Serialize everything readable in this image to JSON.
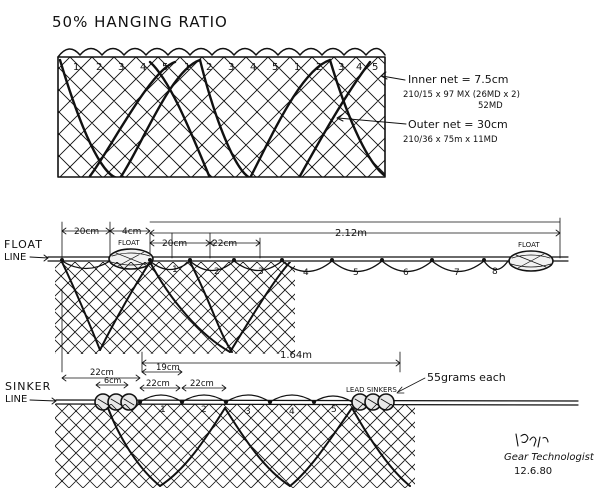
{
  "title": "50% HANGING RATIO",
  "top_panel": {
    "bay_numbers": [
      "1",
      "2",
      "3",
      "4",
      "5",
      "1",
      "2",
      "3",
      "4",
      "5",
      "1",
      "2",
      "3",
      "4",
      "5"
    ],
    "inner_net": {
      "line1": "Inner net = 7.5cm",
      "line2": "210/15 x 97 MX (26MD x 2)",
      "line3": "52MD"
    },
    "outer_net": {
      "line1": "Outer net = 30cm",
      "line2": "210/36 x 75m x 11MD"
    }
  },
  "float_section": {
    "line_label_1": "FLOAT",
    "line_label_2": "LINE",
    "float_label": "FLOAT",
    "dims": {
      "d20a": "20cm",
      "d4": "4cm",
      "d20b": "20cm",
      "d22": "22cm",
      "total": "2.12m"
    },
    "loop_numbers": [
      "1",
      "2",
      "3",
      "4",
      "5",
      "6",
      "7",
      "8"
    ]
  },
  "sinker_section": {
    "line_label_1": "SINKER",
    "line_label_2": "LINE",
    "dims": {
      "d164": "1.64m",
      "d19": "19cm",
      "d22a": "22cm",
      "d6": "6cm",
      "d22b": "22cm",
      "d22c": "22cm"
    },
    "lead_sinkers_label": "LEAD SINKERS",
    "grams_label": "55grams each",
    "loop_numbers": [
      "1",
      "2",
      "3",
      "4",
      "5"
    ]
  },
  "signature": {
    "role": "Gear Technologist",
    "date": "12.6.80"
  }
}
